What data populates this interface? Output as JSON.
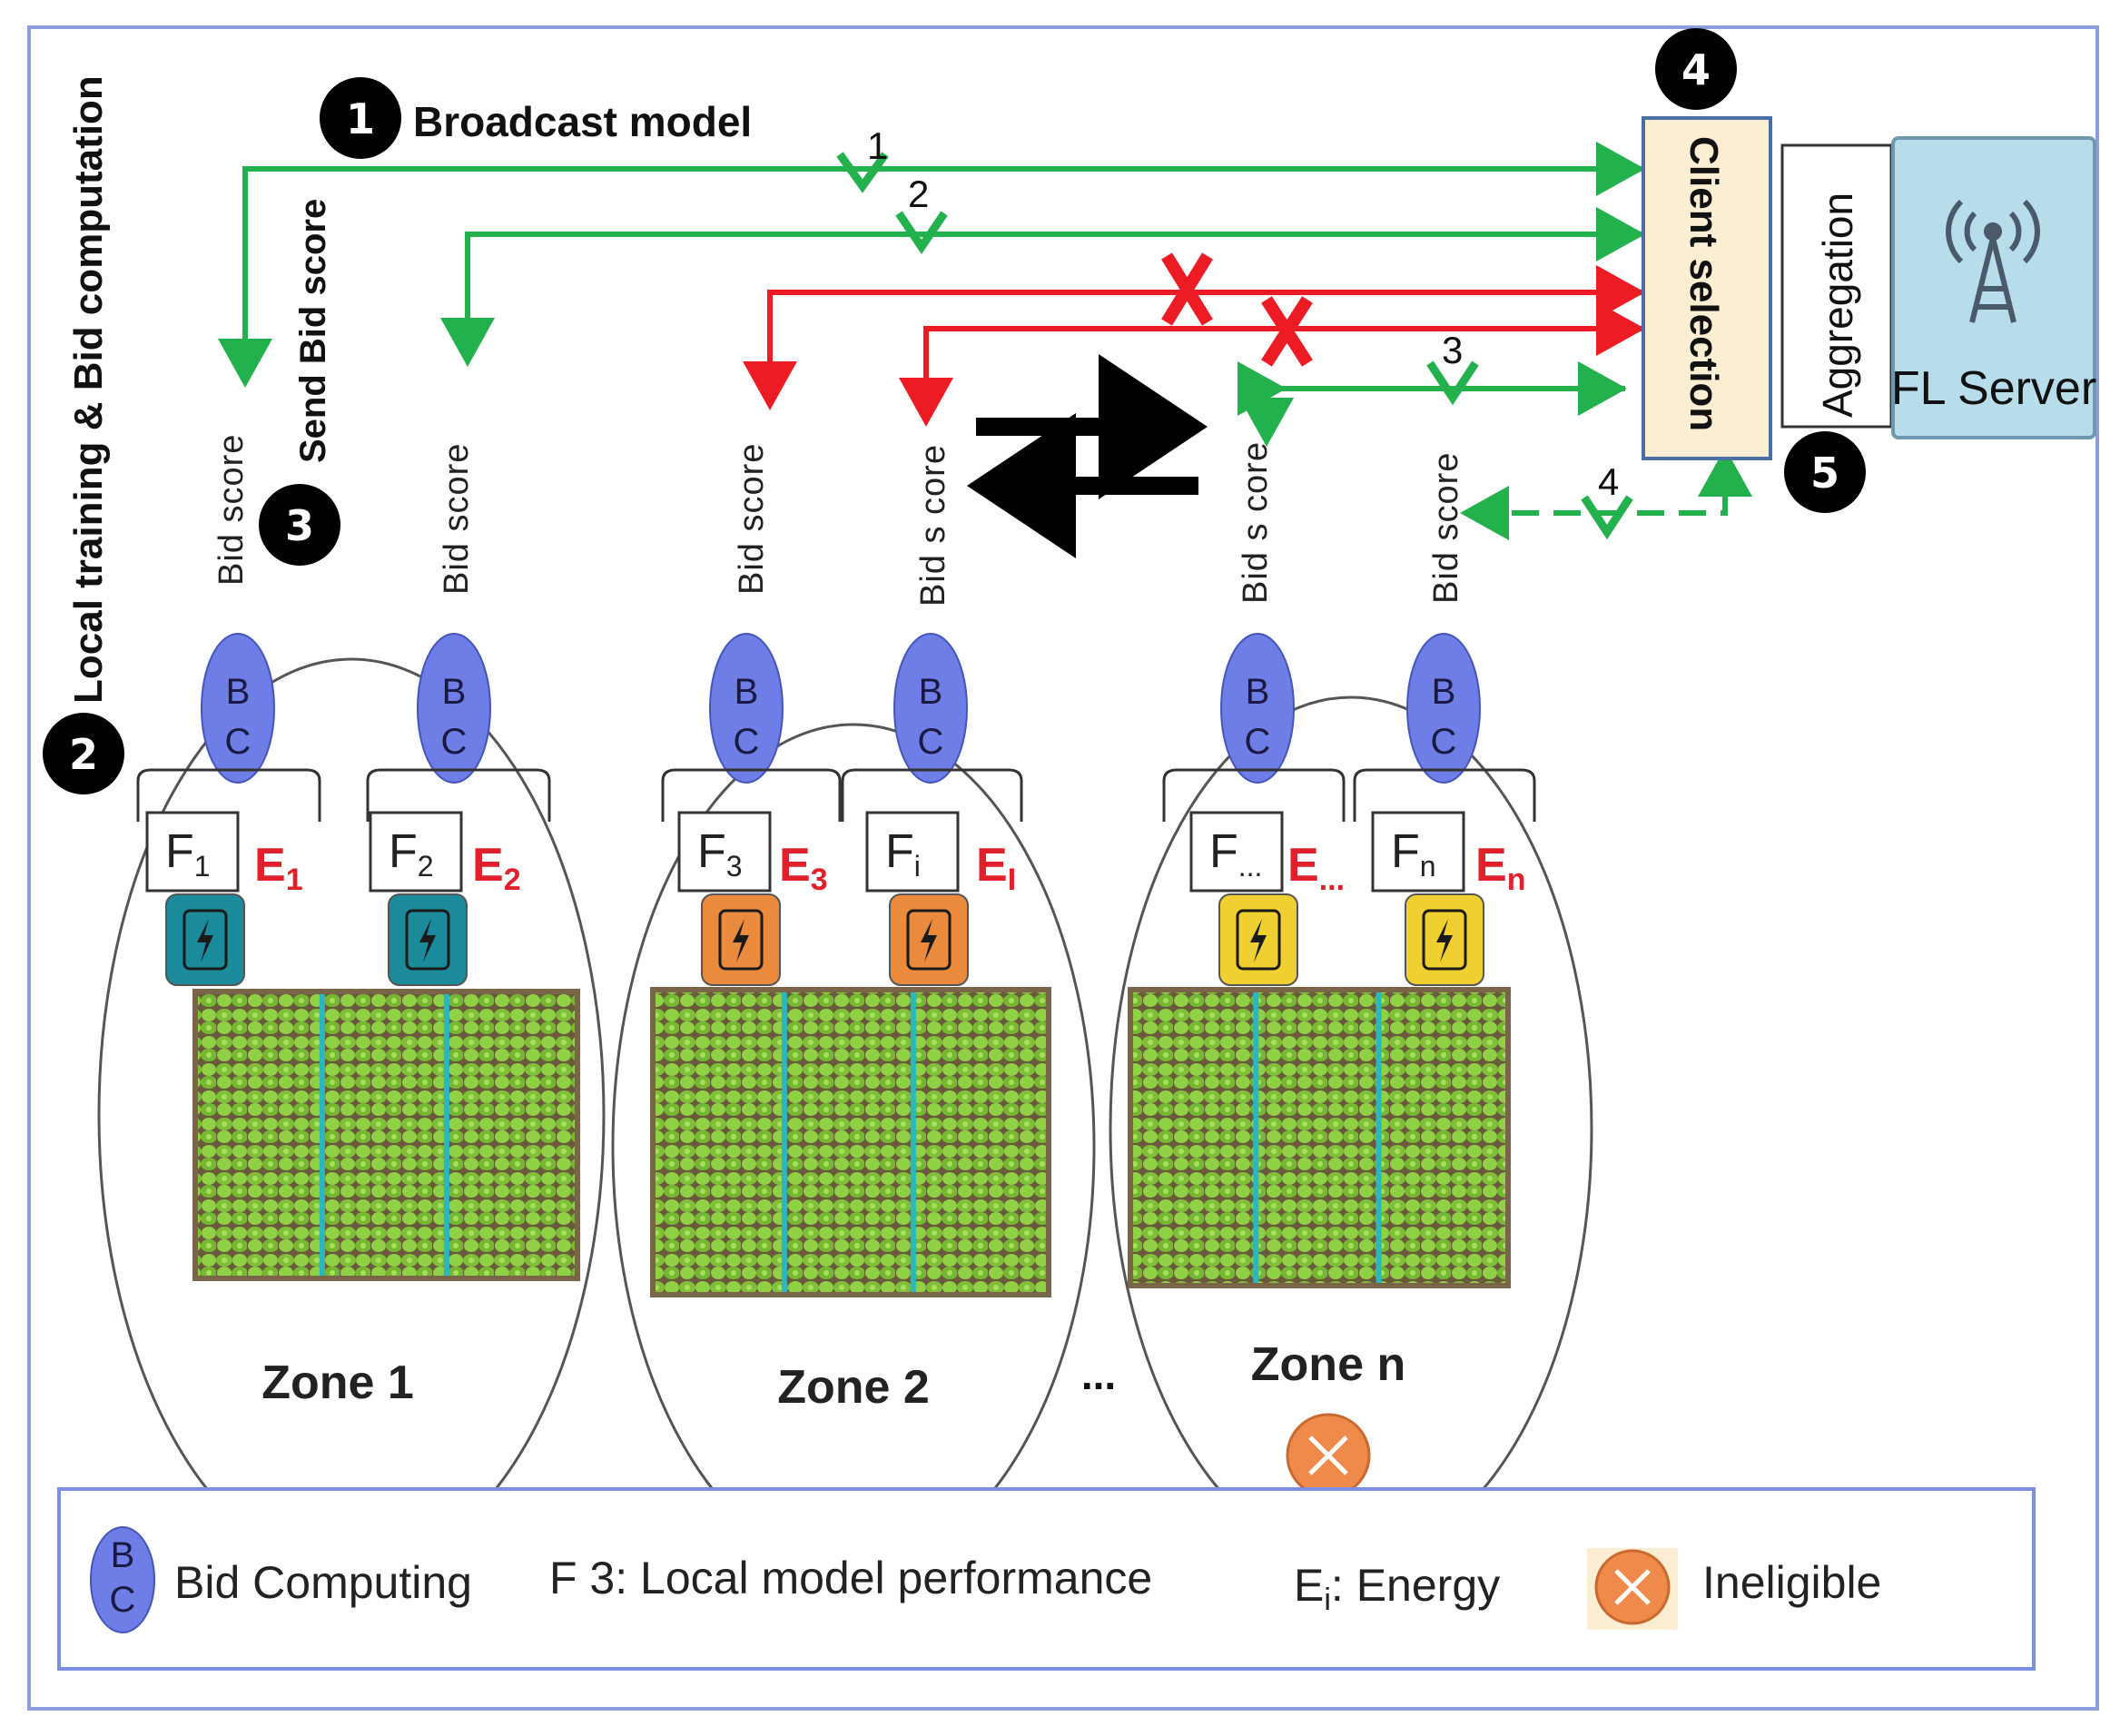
{
  "steps": {
    "s1": {
      "num": "1",
      "label": "Broadcast model"
    },
    "s2": {
      "num": "2",
      "label": "Local training & Bid computation"
    },
    "s3": {
      "num": "3",
      "label": "Send Bid score"
    },
    "s4": {
      "num": "4"
    },
    "s5": {
      "num": "5"
    }
  },
  "server": {
    "client_selection": "Client selection",
    "aggregation": "Aggregation",
    "fl_server": "FL Server"
  },
  "arrow_labels": {
    "a1": "1",
    "a2": "2",
    "a3": "3",
    "a4": "4"
  },
  "bid_score_label": "Bid score",
  "bid_score_label_alt": "Bid s core",
  "zones": [
    {
      "label": "Zone 1",
      "clients": [
        {
          "f": "F",
          "f_sub": "1",
          "e": "E",
          "e_sub": "1"
        },
        {
          "f": "F",
          "f_sub": "2",
          "e": "E",
          "e_sub": "2"
        }
      ],
      "battery_color": "#1b8a9a"
    },
    {
      "label": "Zone 2",
      "clients": [
        {
          "f": "F",
          "f_sub": "3",
          "e": "E",
          "e_sub": "3"
        },
        {
          "f": "F",
          "f_sub": "i",
          "e": "E",
          "e_sub": "I"
        }
      ],
      "battery_color": "#e98a3c"
    },
    {
      "label": "Zone n",
      "clients": [
        {
          "f": "F",
          "f_sub": "...",
          "e": "E",
          "e_sub": "..."
        },
        {
          "f": "F",
          "f_sub": "n",
          "e": "E",
          "e_sub": "n"
        }
      ],
      "battery_color": "#f0d030"
    }
  ],
  "ellipsis": "...",
  "bc": {
    "b": "B",
    "c": "C"
  },
  "legend": {
    "bid_computing": "Bid Computing",
    "local_model_perf": "F 3: Local model performance",
    "energy_e": "E",
    "energy_sub": "i",
    "energy_rest": ": Energy",
    "ineligible": "Ineligible"
  },
  "colors": {
    "green": "#22b14c",
    "red": "#ed1c24",
    "bc_fill": "#6f7ee6",
    "client_sel_fill": "#fbeed3",
    "client_sel_border": "#4a6fa5",
    "server_fill": "#b7dcea",
    "legend_border": "#7b8fe0",
    "ineligible": "#ef8a4a"
  }
}
